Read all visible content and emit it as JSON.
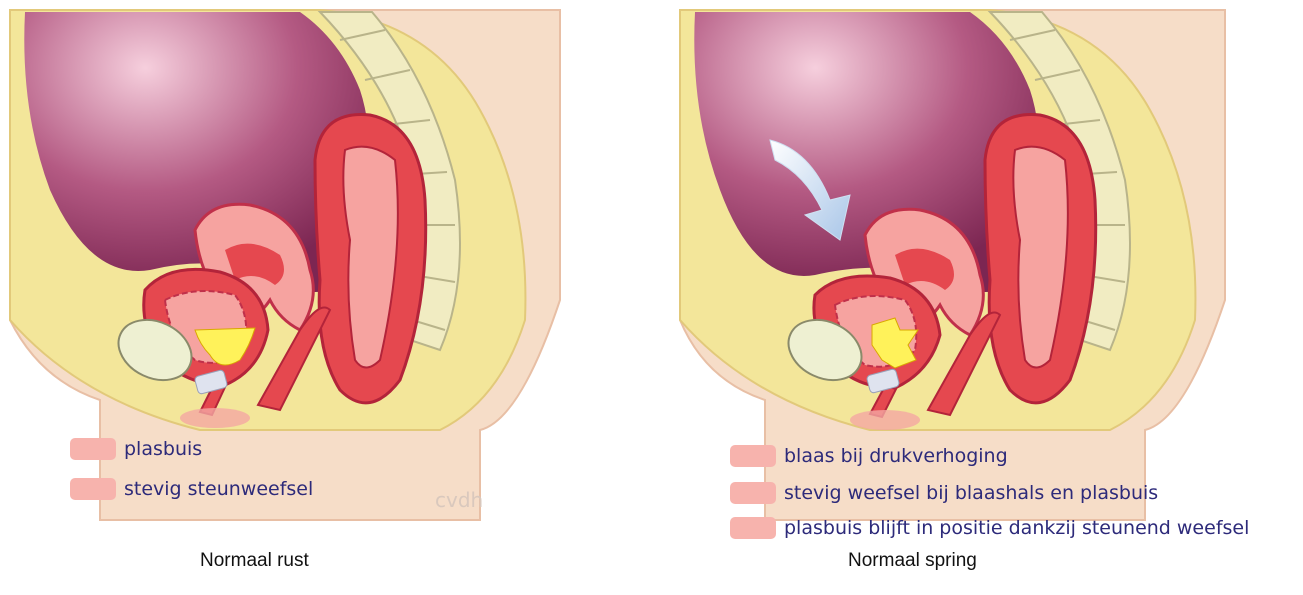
{
  "colors": {
    "skin": "#f6ddc8",
    "fat": "#f3e69a",
    "cavity": "#8e3560",
    "organ": "#e5484f",
    "organ_light": "#f6a3a0",
    "yellow": "#fff25a",
    "spine": "#f1ecc2",
    "swatch": "#f7b3ad",
    "text": "#2d2a7a"
  },
  "panels": [
    {
      "caption": "Normaal rust",
      "watermark": "cvdh",
      "legend": [
        {
          "label": "plasbuis"
        },
        {
          "label": "stevig steunweefsel"
        }
      ]
    },
    {
      "caption": "Normaal spring",
      "arrow_icon": "pressure-arrow-icon",
      "legend": [
        {
          "label": "blaas bij drukverhoging"
        },
        {
          "label": "stevig weefsel bij blaashals en plasbuis"
        },
        {
          "label": "plasbuis blijft in positie dankzij steunend weefsel"
        }
      ]
    }
  ]
}
